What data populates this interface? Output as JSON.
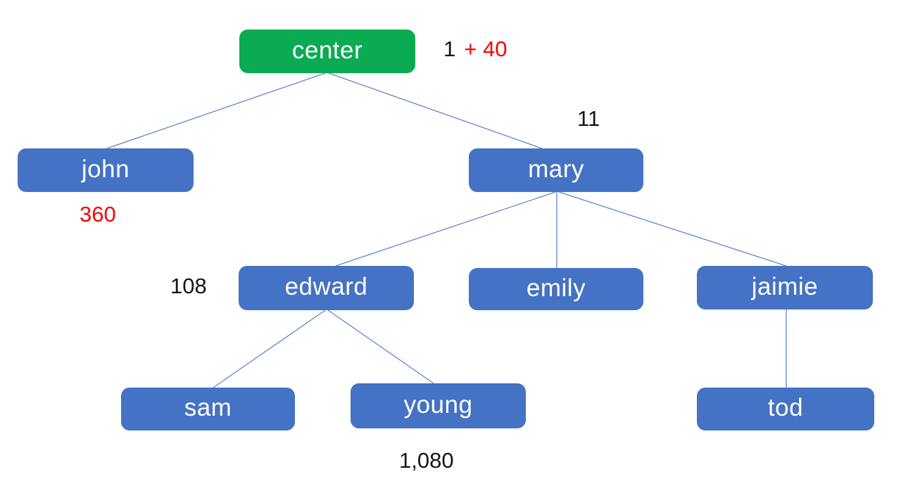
{
  "colors": {
    "background": "#ffffff",
    "root_fill": "#0aab53",
    "node_fill": "#4472c4",
    "node_text": "#ffffff",
    "edge": "#4472c4",
    "annotation_red": "#ff0000",
    "annotation_black": "#151515"
  },
  "nodes": {
    "center": {
      "label": "center",
      "level": 0
    },
    "john": {
      "label": "john",
      "level": 1
    },
    "mary": {
      "label": "mary",
      "level": 1
    },
    "edward": {
      "label": "edward",
      "level": 2
    },
    "emily": {
      "label": "emily",
      "level": 2
    },
    "jaimie": {
      "label": "jaimie",
      "level": 2
    },
    "sam": {
      "label": "sam",
      "level": 3
    },
    "young": {
      "label": "young",
      "level": 3
    },
    "tod": {
      "label": "tod",
      "level": 3
    }
  },
  "edges": [
    {
      "from": "center",
      "to": "john"
    },
    {
      "from": "center",
      "to": "mary"
    },
    {
      "from": "mary",
      "to": "edward"
    },
    {
      "from": "mary",
      "to": "emily"
    },
    {
      "from": "mary",
      "to": "jaimie"
    },
    {
      "from": "edward",
      "to": "sam"
    },
    {
      "from": "edward",
      "to": "young"
    },
    {
      "from": "jaimie",
      "to": "tod"
    }
  ],
  "annotations": {
    "center_base": "1",
    "center_added": "+ 40",
    "mary_value": "11",
    "john_value": "360",
    "edward_value": "108",
    "young_value": "1,080"
  }
}
